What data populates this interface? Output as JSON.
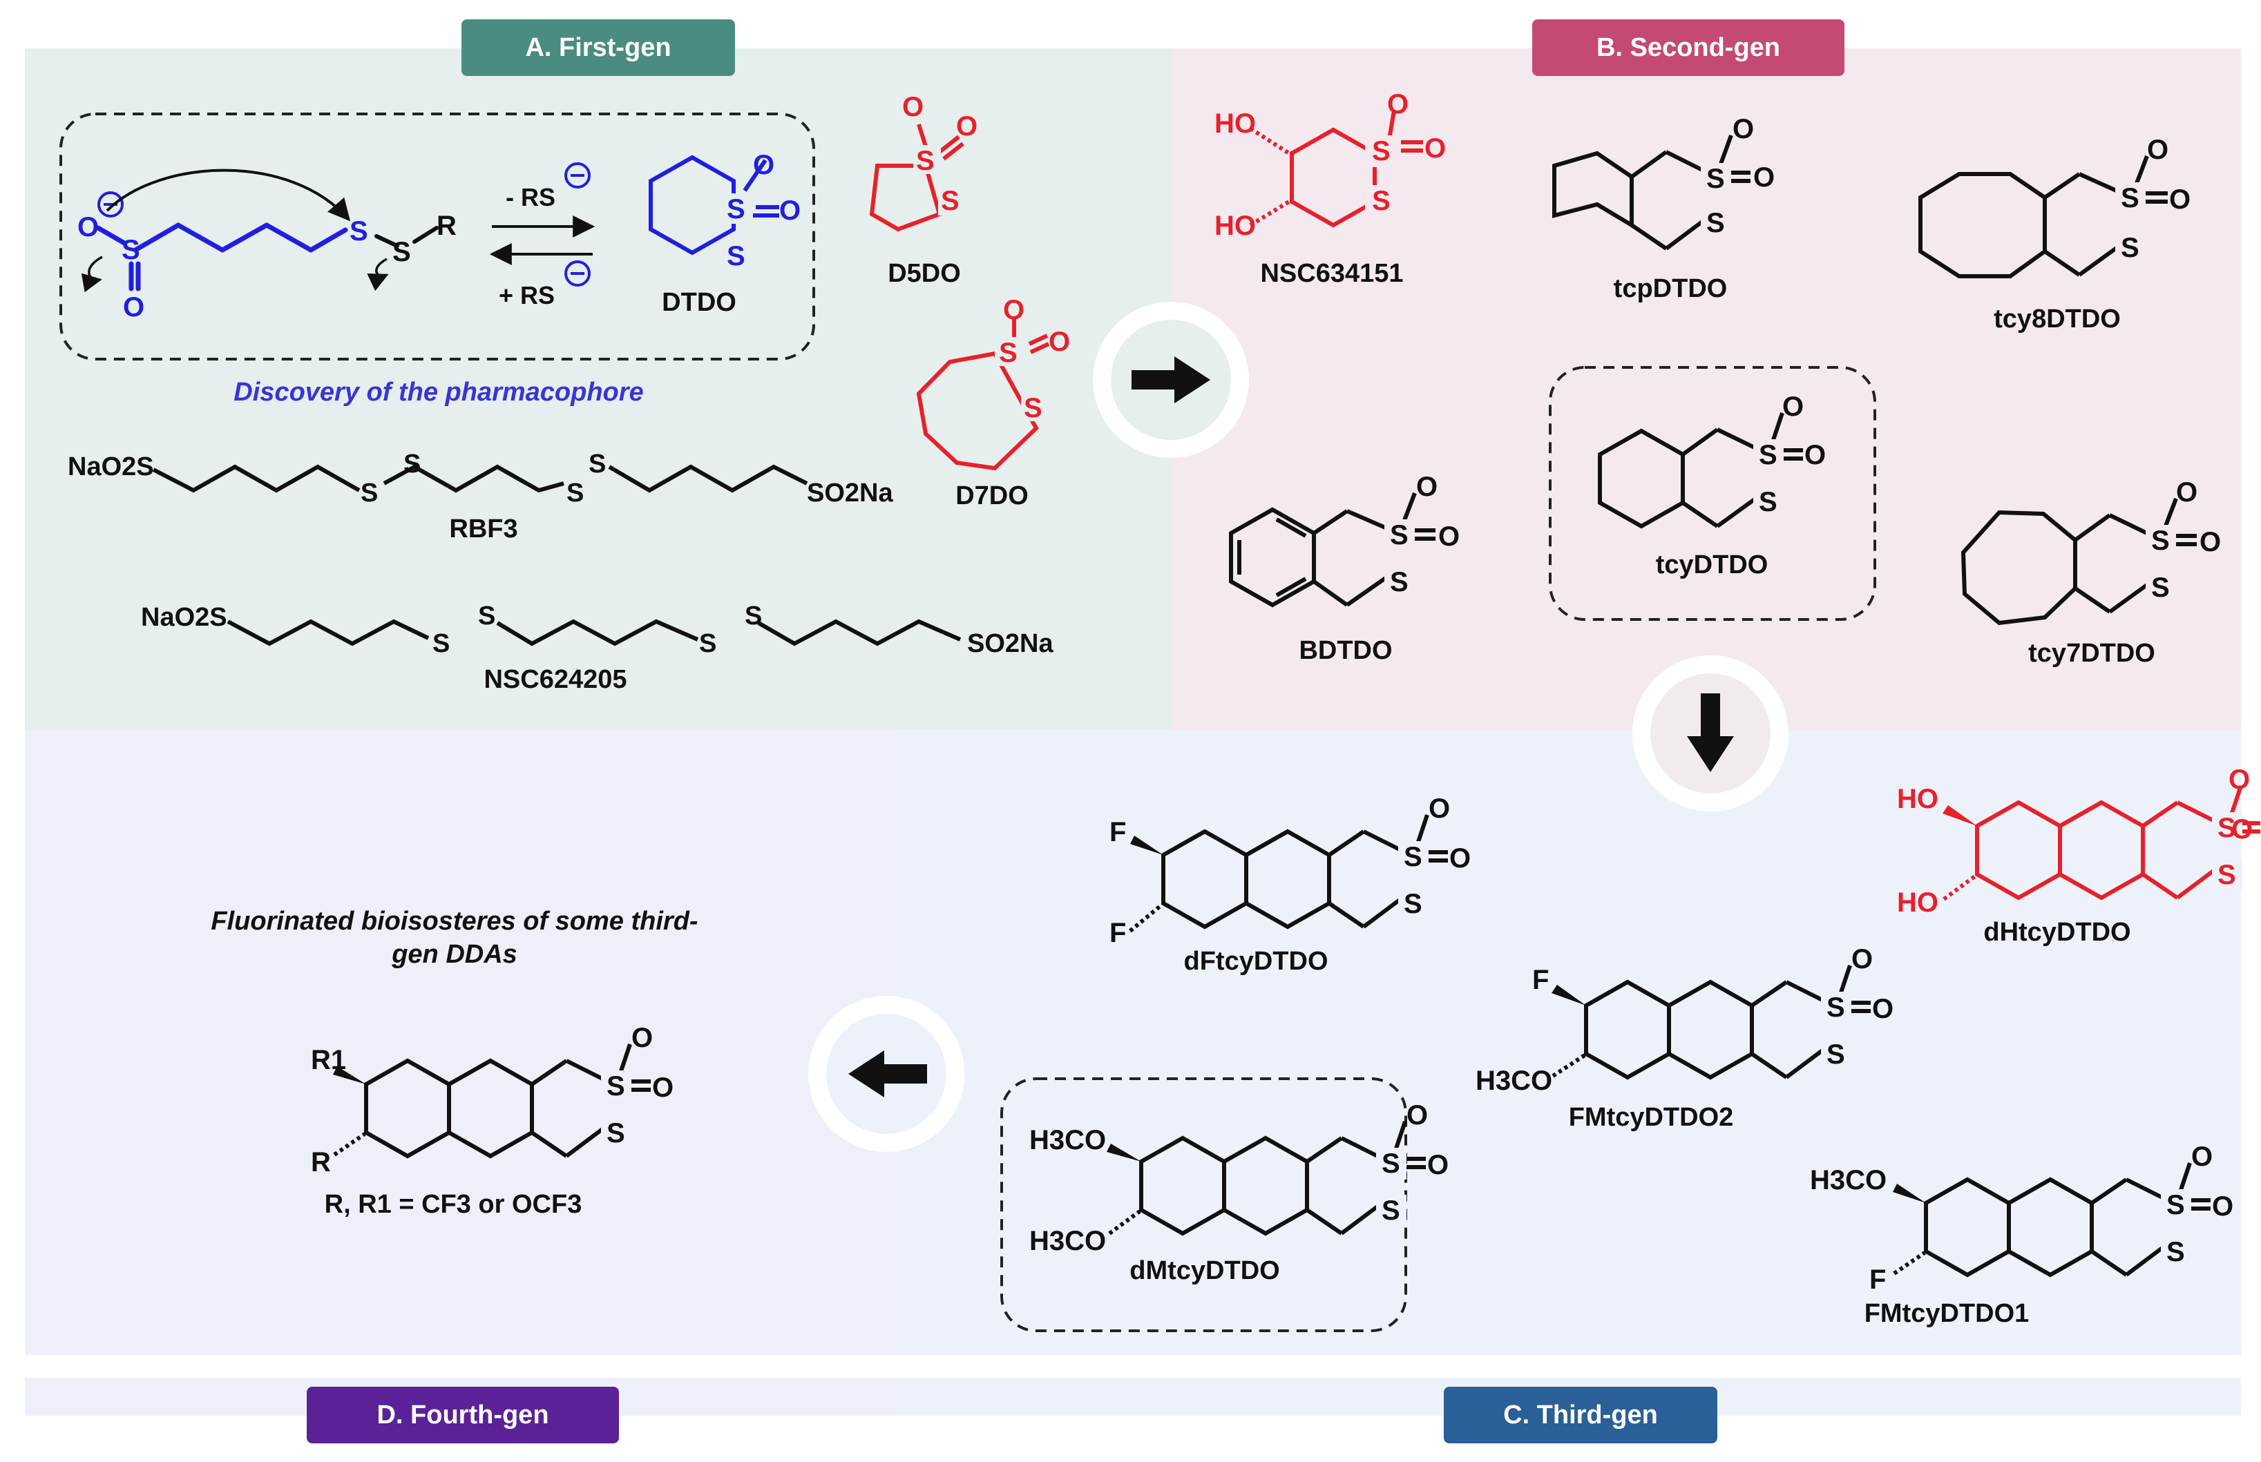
{
  "panels": {
    "a": {
      "title": "A. First-gen",
      "color": "#4a8c80",
      "bg": "#e6eeee"
    },
    "b": {
      "title": "B. Second-gen",
      "color": "#c44a73",
      "bg": "#f4e9ee"
    },
    "c": {
      "title": "C. Third-gen",
      "color": "#2a5f98",
      "bg": "#edf2fa"
    },
    "d": {
      "title": "D. Fourth-gen",
      "color": "#5b2196",
      "bg": "#eef0f9"
    }
  },
  "panel_a": {
    "rs_minus": "- RS",
    "rs_plus": "+ RS",
    "r_label": "R",
    "dtdo": "DTDO",
    "discovery": "Discovery of the pharmacophore",
    "d5do": "D5DO",
    "d7do": "D7DO",
    "rbf3": "RBF3",
    "nsc624205": "NSC624205",
    "naso2s": "NaO2S",
    "so2na": "SO2Na"
  },
  "panel_b": {
    "nsc634151": "NSC634151",
    "tcpdtdo": "tcpDTDO",
    "tcy8dtdo": "tcy8DTDO",
    "tcydtdo": "tcyDTDO",
    "bdtdo": "BDTDO",
    "tcy7dtdo": "tcy7DTDO"
  },
  "panel_c": {
    "dftcydtdo": "dFtcyDTDO",
    "dhtcydtdo": "dHtcyDTDO",
    "fmtcydtdo2": "FMtcyDTDO2",
    "dmtcydtdo": "dMtcyDTDO",
    "fmtcydtdo1": "FMtcyDTDO1"
  },
  "panel_d": {
    "caption": "Fluorinated bioisosteres of some third-gen DDAs",
    "substituents": "R, R1 = CF3 or OCF3"
  },
  "atoms": {
    "S": "S",
    "O": "O",
    "HO": "HO",
    "F": "F",
    "H3CO": "H3CO",
    "R": "R",
    "R1": "R1"
  },
  "colors": {
    "red": "#e8202a",
    "blue": "#1f1fe0",
    "black": "#111111",
    "arrow": "#111111",
    "circle_ring": "#ffffff"
  }
}
